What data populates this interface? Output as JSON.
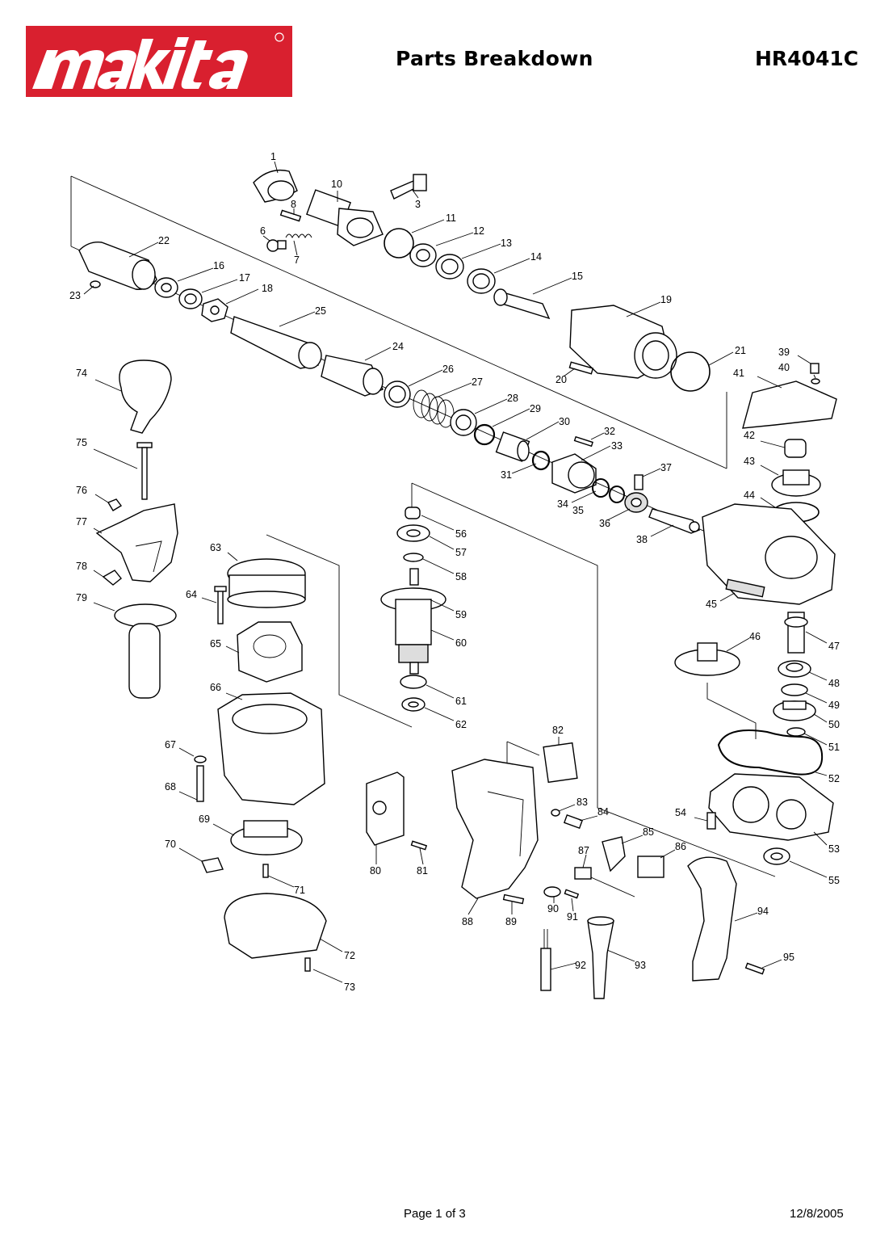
{
  "header": {
    "brand": "makita",
    "title": "Parts Breakdown",
    "model": "HR4041C"
  },
  "footer": {
    "page": "Page 1 of 3",
    "date": "12/8/2005"
  },
  "colors": {
    "brand_red": "#d9202f",
    "ink": "#000000"
  },
  "callouts": [
    "1",
    "3",
    "6",
    "7",
    "8",
    "10",
    "11",
    "12",
    "13",
    "14",
    "15",
    "16",
    "17",
    "18",
    "19",
    "20",
    "21",
    "22",
    "23",
    "24",
    "25",
    "26",
    "27",
    "28",
    "29",
    "30",
    "31",
    "32",
    "33",
    "34",
    "35",
    "36",
    "37",
    "38",
    "39",
    "40",
    "41",
    "42",
    "43",
    "44",
    "45",
    "46",
    "47",
    "48",
    "49",
    "50",
    "51",
    "52",
    "53",
    "54",
    "55",
    "56",
    "57",
    "58",
    "59",
    "60",
    "61",
    "62",
    "63",
    "64",
    "65",
    "66",
    "67",
    "68",
    "69",
    "70",
    "71",
    "72",
    "73",
    "74",
    "75",
    "76",
    "77",
    "78",
    "79",
    "80",
    "81",
    "82",
    "83",
    "84",
    "85",
    "86",
    "87",
    "88",
    "89",
    "90",
    "91",
    "92",
    "93",
    "94",
    "95"
  ]
}
